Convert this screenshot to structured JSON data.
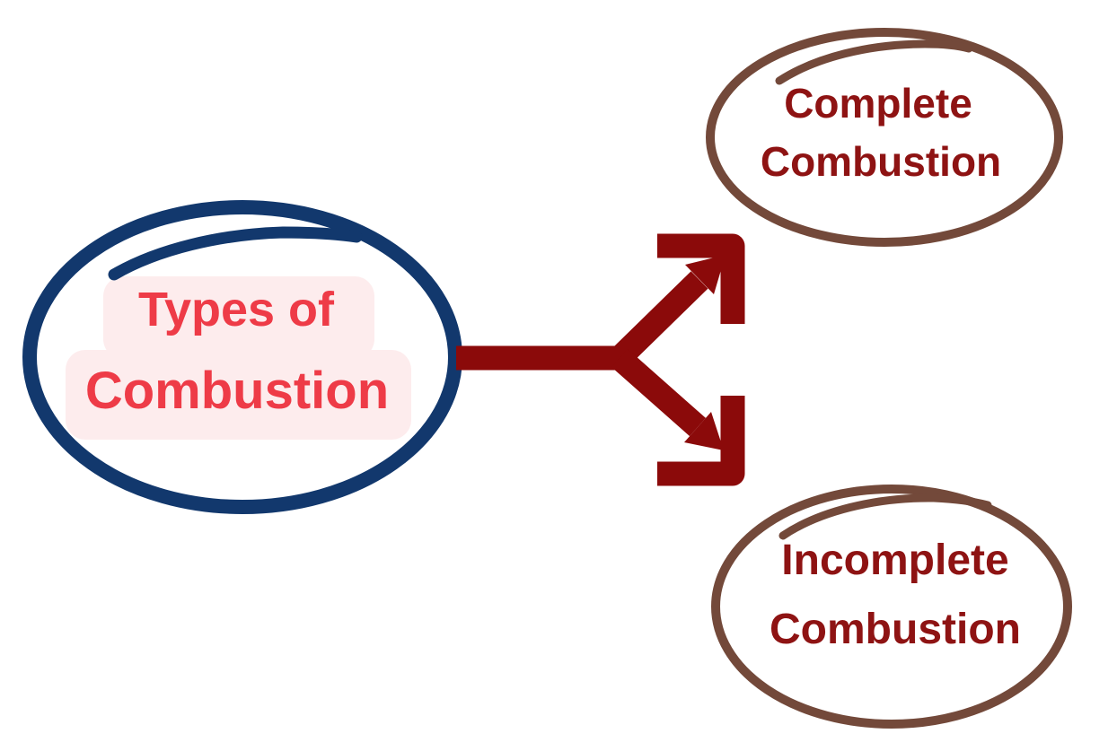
{
  "background_color": "#FFFFFF",
  "root_node": {
    "line1": "Types of",
    "line2": "Combustion",
    "text_color": "#EE3B47",
    "highlight_color": "#FDECED",
    "ellipse_color": "#12386D"
  },
  "arrow": {
    "color": "#8B0A0A"
  },
  "branch_nodes": [
    {
      "line1": "Complete",
      "line2": "Combustion",
      "text_color": "#8E1313",
      "ellipse_color": "#73493A"
    },
    {
      "line1": "Incomplete",
      "line2": "Combustion",
      "text_color": "#8E1313",
      "ellipse_color": "#73493A"
    }
  ]
}
